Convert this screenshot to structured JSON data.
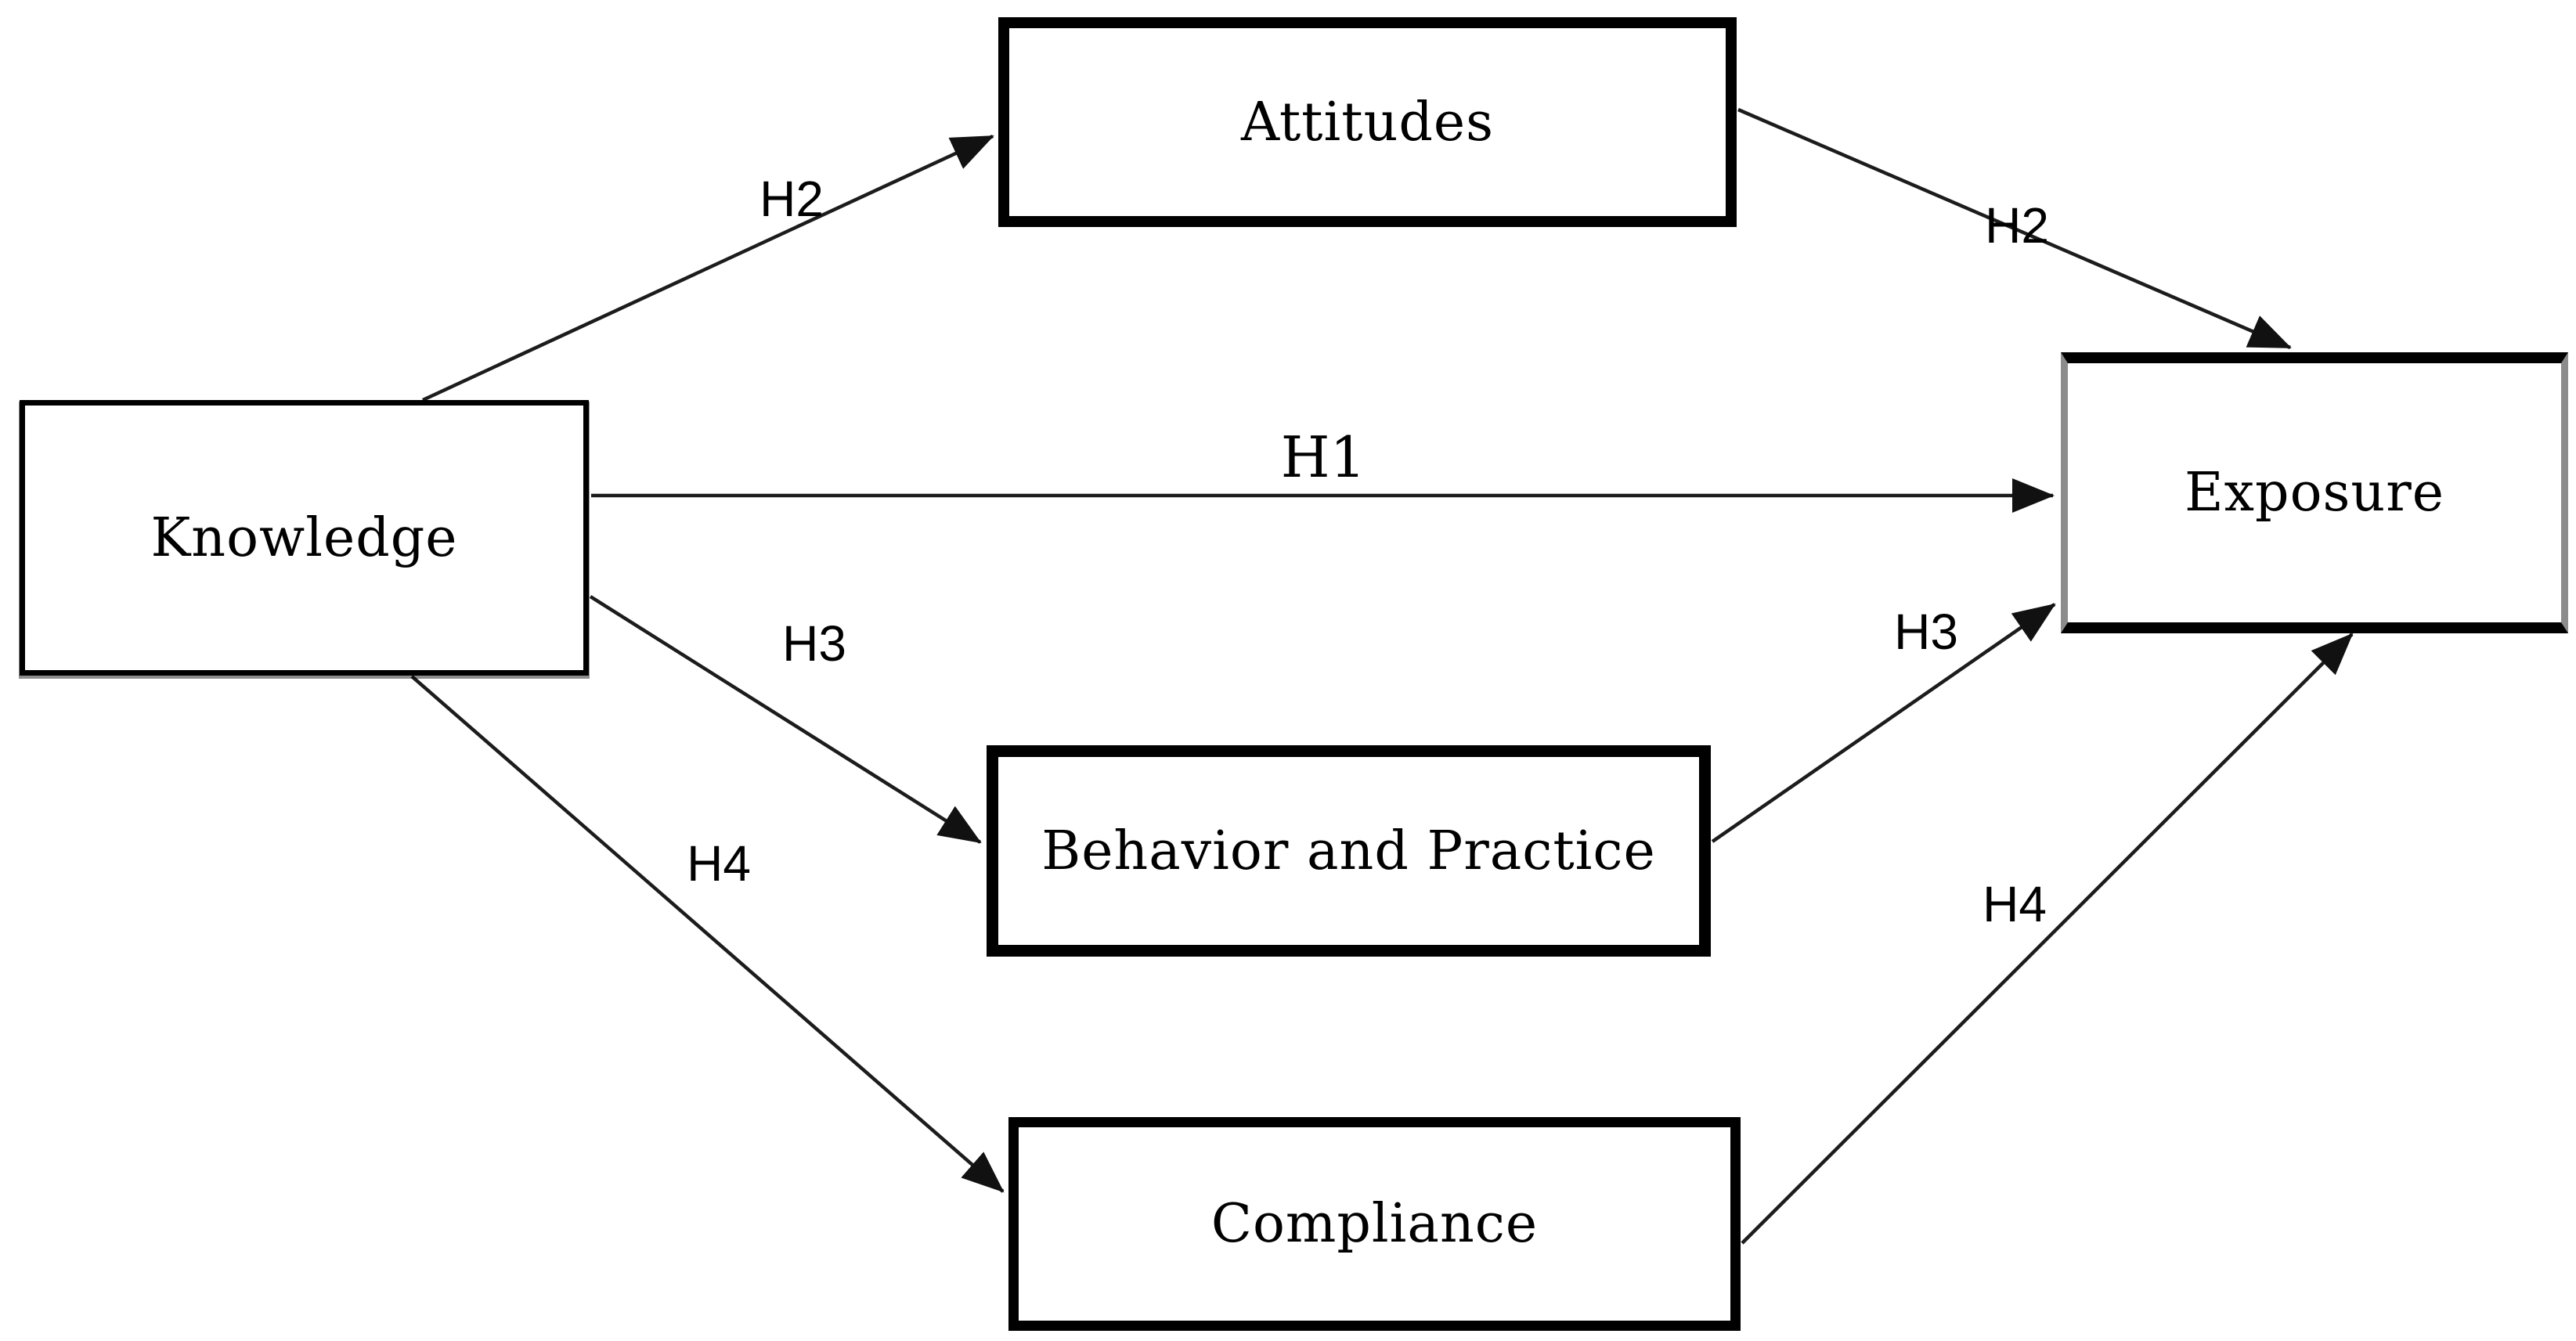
{
  "diagram": {
    "kind": "hypothesis-path-model"
  },
  "nodes": {
    "knowledge": {
      "label": "Knowledge"
    },
    "attitudes": {
      "label": "Attitudes"
    },
    "behavior_practice": {
      "label": "Behavior and Practice"
    },
    "compliance": {
      "label": "Compliance"
    },
    "exposure": {
      "label": "Exposure"
    }
  },
  "edges": {
    "h1": {
      "label": "H1",
      "from": "knowledge",
      "to": "exposure"
    },
    "h2_to_mediator": {
      "label": "H2",
      "from": "knowledge",
      "to": "attitudes"
    },
    "h2_to_outcome": {
      "label": "H2",
      "from": "attitudes",
      "to": "exposure"
    },
    "h3_to_mediator": {
      "label": "H3",
      "from": "knowledge",
      "to": "behavior_practice"
    },
    "h3_to_outcome": {
      "label": "H3",
      "from": "behavior_practice",
      "to": "exposure"
    },
    "h4_to_mediator": {
      "label": "H4",
      "from": "knowledge",
      "to": "compliance"
    },
    "h4_to_outcome": {
      "label": "H4",
      "from": "compliance",
      "to": "exposure"
    }
  },
  "colors": {
    "background": "#ffffff",
    "box_fill": "#ffffff",
    "box_border": "#000000",
    "exposure_side_border": "#8c8c8c",
    "arrow": "#1c1c1c",
    "text": "#000000"
  }
}
